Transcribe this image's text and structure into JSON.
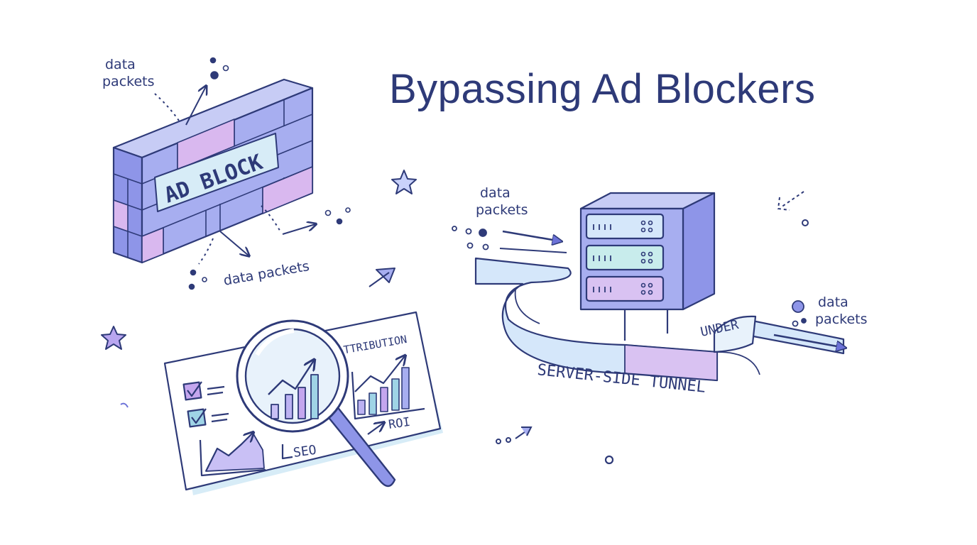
{
  "title": "Bypassing Ad Blockers",
  "wall": {
    "sign": "AD BLOCK",
    "label_top": [
      "data",
      "packets"
    ],
    "label_bottom": "data packets"
  },
  "analytics": {
    "attribution": "ATTRIBUTION",
    "seo": "SEO",
    "roi": "ROI"
  },
  "server": {
    "label_in": [
      "data",
      "packets"
    ],
    "label_out": [
      "data",
      "packets"
    ],
    "under": "UNDER",
    "tunnel": "SERVER-SIDE TUNNEL"
  },
  "colors": {
    "ink": "#2e3a78",
    "brick": "#a7aef0",
    "brick_pink": "#d9b8ef",
    "sign": "#d7ecf7",
    "tunnel": "#d5e7fa"
  }
}
